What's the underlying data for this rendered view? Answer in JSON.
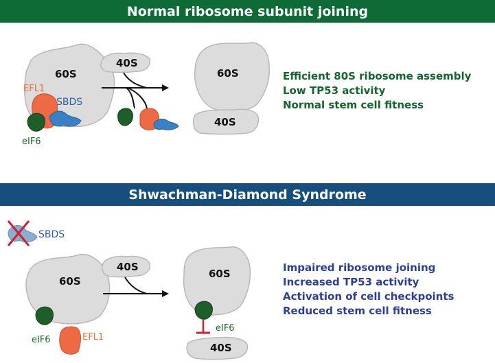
{
  "top_panel": {
    "title": "Normal ribosome subunit joining",
    "labels": {
      "s60_left": "60S",
      "s40_mid": "40S",
      "s60_right": "60S",
      "s40_right": "40S",
      "efl1": "EFL1",
      "sbds": "SBDS",
      "eif6": "eIF6"
    },
    "outcomes": [
      "Efficient 80S ribosome assembly",
      "Low TP53 activity",
      "Normal stem cell fitness"
    ]
  },
  "bottom_panel": {
    "title": "Shwachman-Diamond Syndrome",
    "labels": {
      "sbds_missing": "SBDS",
      "s60_left": "60S",
      "s40_mid": "40S",
      "s60_right": "60S",
      "s40_bottom": "40S",
      "eif6_left": "eIF6",
      "efl1": "EFL1",
      "eif6_right": "eIF6"
    },
    "outcomes": [
      "Impaired ribosome joining",
      "Increased TP53 activity",
      "Activation of cell checkpoints",
      "Reduced stem cell fitness"
    ]
  },
  "colors": {
    "top_banner": "#0e6b35",
    "bottom_banner": "#164f7e",
    "ribosome": "#dcdcdc",
    "eif6": "#1e5e2a",
    "efl1": "#ee6a45",
    "sbds": "#3a80c2",
    "inhibition": "#cc2233"
  }
}
